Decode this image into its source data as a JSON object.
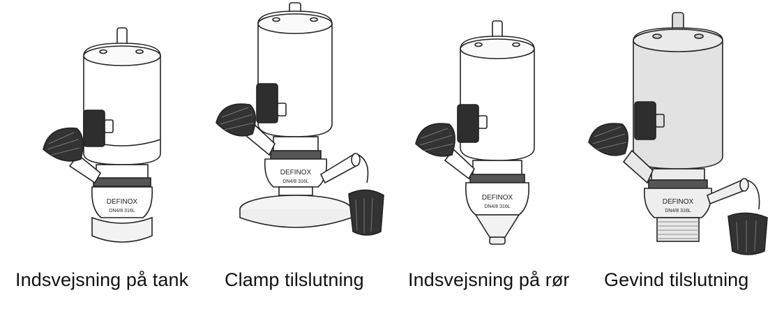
{
  "captions": [
    "Indsvejsning på tank",
    "Clamp tilslutning",
    "Indsvejsning på rør",
    "Gevind tilslutning"
  ],
  "valves": [
    {
      "connection": "tank-weld",
      "brand": "DEFINOX",
      "marking": "DN4/8 316L",
      "body_fill": "#ffffff"
    },
    {
      "connection": "clamp",
      "brand": "DEFINOX",
      "marking": "DN4/8 316L",
      "body_fill": "#ffffff"
    },
    {
      "connection": "pipe-weld",
      "brand": "DEFINOX",
      "marking": "DN4/8 316L",
      "body_fill": "#ffffff"
    },
    {
      "connection": "thread",
      "brand": "DEFINOX",
      "marking": "DN4/8 316L",
      "body_fill": "#e2e2e2"
    }
  ],
  "colors": {
    "line": "#222222",
    "rubber": "#3a3a3a",
    "knob": "#2e2e2e",
    "shade": "#d8d8d8"
  }
}
